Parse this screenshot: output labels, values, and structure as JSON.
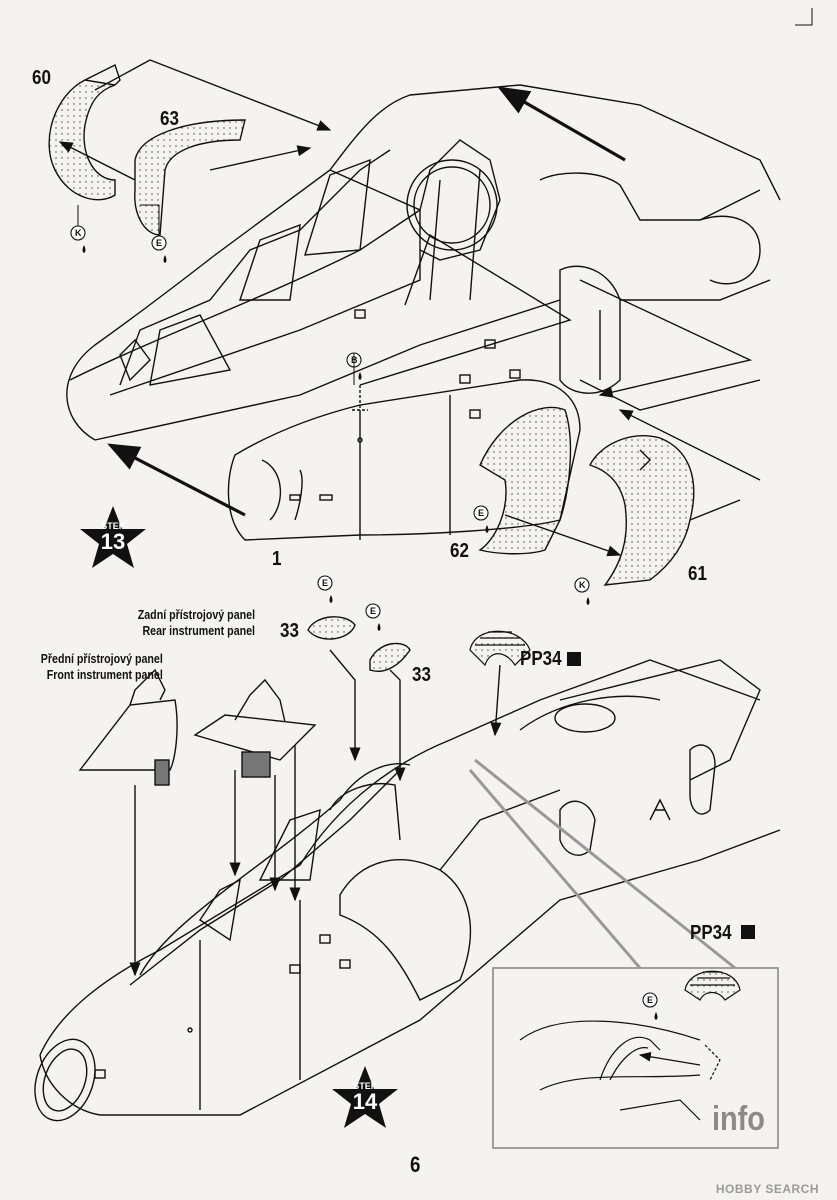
{
  "step13": {
    "step_word": "STEP",
    "number": "13"
  },
  "step14": {
    "step_word": "STEP",
    "number": "14"
  },
  "parts": {
    "p60": "60",
    "p63": "63",
    "p1": "1",
    "p62": "62",
    "p61": "61",
    "p33a": "33",
    "p33b": "33",
    "pp34a": "PP34",
    "pp34b": "PP34"
  },
  "color_codes": {
    "k1": "K",
    "e1": "E",
    "b1": "B",
    "e2": "E",
    "k2": "K",
    "e3": "E",
    "e4": "E",
    "e5": "E"
  },
  "labels": {
    "rear_cz": "Zadní přístrojový panel",
    "rear_en": "Rear instrument panel",
    "front_cz": "Přední přístrojový panel",
    "front_en": "Front instrument panel"
  },
  "info_box": {
    "label": "info"
  },
  "page_number": "6",
  "watermark": "HOBBY SEARCH",
  "colors": {
    "ink": "#111111",
    "paper": "#f4f3ef",
    "info_grey": "#8a8a8a"
  }
}
